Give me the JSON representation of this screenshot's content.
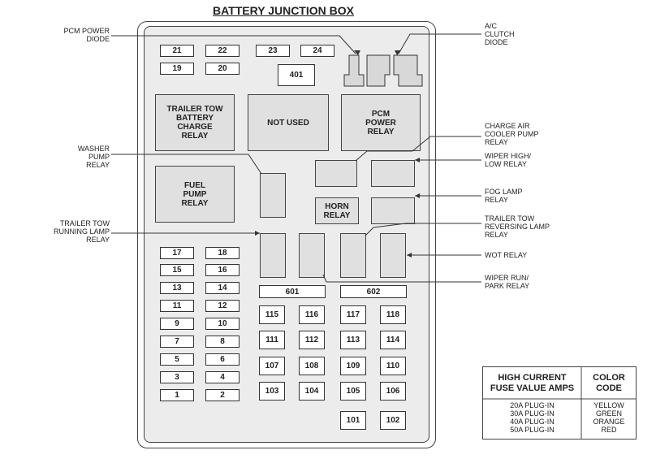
{
  "title": "BATTERY JUNCTION BOX",
  "fuses": {
    "f21": "21",
    "f22": "22",
    "f23": "23",
    "f24": "24",
    "f19": "19",
    "f20": "20",
    "f401": "401",
    "f17": "17",
    "f18": "18",
    "f15": "15",
    "f16": "16",
    "f13": "13",
    "f14": "14",
    "f11": "11",
    "f12": "12",
    "f9": "9",
    "f10": "10",
    "f7": "7",
    "f8": "8",
    "f5": "5",
    "f6": "6",
    "f3": "3",
    "f4": "4",
    "f1": "1",
    "f2": "2",
    "f601": "601",
    "f602": "602",
    "f115": "115",
    "f116": "116",
    "f117": "117",
    "f118": "118",
    "f111": "111",
    "f112": "112",
    "f113": "113",
    "f114": "114",
    "f107": "107",
    "f108": "108",
    "f109": "109",
    "f110": "110",
    "f103": "103",
    "f104": "104",
    "f105": "105",
    "f106": "106",
    "f101": "101",
    "f102": "102"
  },
  "relays": {
    "trailer_tow_battery_charge": "TRAILER TOW\nBATTERY\nCHARGE\nRELAY",
    "not_used": "NOT USED",
    "pcm_power": "PCM\nPOWER\nRELAY",
    "fuel_pump": "FUEL\nPUMP\nRELAY",
    "horn": "HORN\nRELAY"
  },
  "callouts": {
    "pcm_power_diode": "PCM POWER\nDIODE",
    "washer_pump_relay": "WASHER\nPUMP\nRELAY",
    "trailer_tow_running_lamp_relay": "TRAILER TOW\nRUNNING LAMP\nRELAY",
    "ac_clutch_diode": "A/C\nCLUTCH\nDIODE",
    "charge_air_cooler_pump_relay": "CHARGE AIR\nCOOLER PUMP\nRELAY",
    "wiper_high_low_relay": "WIPER HIGH/\nLOW RELAY",
    "fog_lamp_relay": "FOG LAMP\nRELAY",
    "trailer_tow_reversing_lamp_relay": "TRAILER TOW\nREVERSING LAMP\nRELAY",
    "wot_relay": "WOT RELAY",
    "wiper_run_park_relay": "WIPER RUN/\nPARK RELAY"
  },
  "legend": {
    "header_amps": "HIGH CURRENT\nFUSE VALUE AMPS",
    "header_color": "COLOR\nCODE",
    "rows": [
      {
        "amps": "20A PLUG-IN",
        "color": "YELLOW"
      },
      {
        "amps": "30A PLUG-IN",
        "color": "GREEN"
      },
      {
        "amps": "40A PLUG-IN",
        "color": "ORANGE"
      },
      {
        "amps": "50A PLUG-IN",
        "color": "RED"
      }
    ]
  }
}
